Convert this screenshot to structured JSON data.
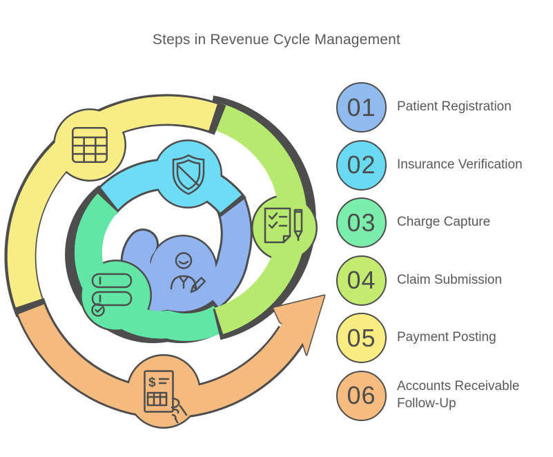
{
  "title": "Steps in Revenue Cycle Management",
  "colors": {
    "outline": "#4d4d4d",
    "title_text": "#58595b",
    "label_text": "#57585a",
    "number_text": "#4d4d4d",
    "background": "#ffffff"
  },
  "steps": [
    {
      "number": "01",
      "label": "Patient Registration",
      "color": "#8fbbef"
    },
    {
      "number": "02",
      "label": "Insurance Verification",
      "color": "#68daf4"
    },
    {
      "number": "03",
      "label": "Charge Capture",
      "color": "#7beeab"
    },
    {
      "number": "04",
      "label": "Claim Submission",
      "color": "#c4eb6f"
    },
    {
      "number": "05",
      "label": "Payment Posting",
      "color": "#f9ec80"
    },
    {
      "number": "06",
      "label": "Accounts Receivable Follow-Up",
      "color": "#f6bb7e"
    }
  ],
  "diagram": {
    "description": "Spiral flow from center outward ending in an arrow",
    "segments": [
      {
        "name": "patient-registration",
        "icon": "person-edit-icon",
        "color": "#8fb4f0"
      },
      {
        "name": "insurance-verification",
        "icon": "shield-icon",
        "color": "#6edcf5"
      },
      {
        "name": "charge-capture",
        "icon": "server-check-icon",
        "color": "#62e6a5"
      },
      {
        "name": "claim-submission",
        "icon": "checklist-pen-icon",
        "color": "#b7e96e"
      },
      {
        "name": "payment-posting",
        "icon": "table-icon",
        "color": "#f8ed85"
      },
      {
        "name": "ar-follow-up",
        "icon": "bill-hand-icon",
        "color": "#f5ba7d"
      }
    ]
  }
}
